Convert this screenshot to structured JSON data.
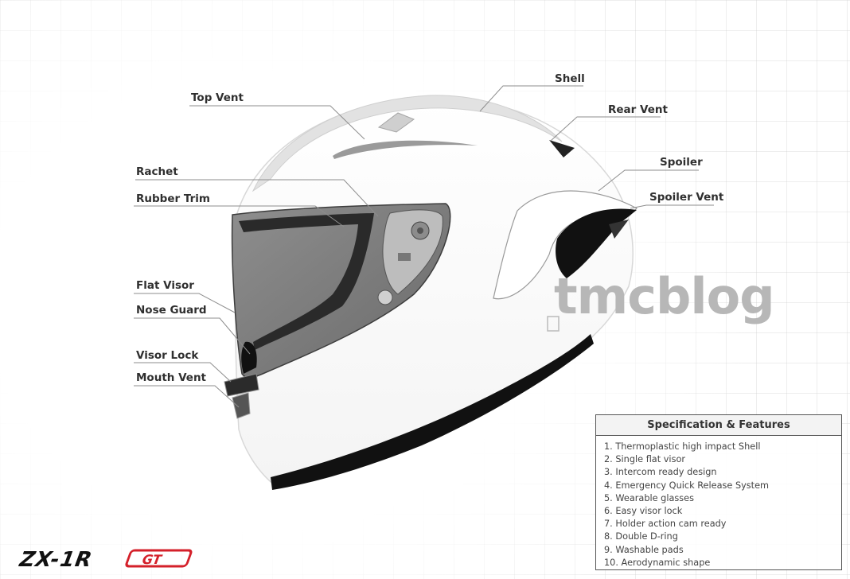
{
  "labels": {
    "shell": "Shell",
    "top_vent": "Top Vent",
    "rear_vent": "Rear Vent",
    "spoiler": "Spoiler",
    "rachet": "Rachet",
    "rubber_trim": "Rubber Trim",
    "spoiler_vent": "Spoiler Vent",
    "flat_visor": "Flat Visor",
    "nose_guard": "Nose Guard",
    "visor_lock": "Visor Lock",
    "mouth_vent": "Mouth Vent"
  },
  "watermark": "tmcblog",
  "spec_box": {
    "title": "Specification & Features",
    "items": [
      "1. Thermoplastic high impact Shell",
      "2. Single flat visor",
      "3. Intercom ready design",
      "4. Emergency Quick Release System",
      "5. Wearable glasses",
      "6. Easy visor lock",
      "7. Holder action cam ready",
      "8. Double D-ring",
      "9. Washable pads",
      "10. Aerodynamic shape"
    ]
  },
  "brand_logo": "ZX-1R GT",
  "colors": {
    "accent": "#d4202a",
    "label_text": "#2f2f2f",
    "watermark": "#b7b7b7"
  },
  "icons": {
    "visor_logo": "ls2-logo-icon"
  }
}
